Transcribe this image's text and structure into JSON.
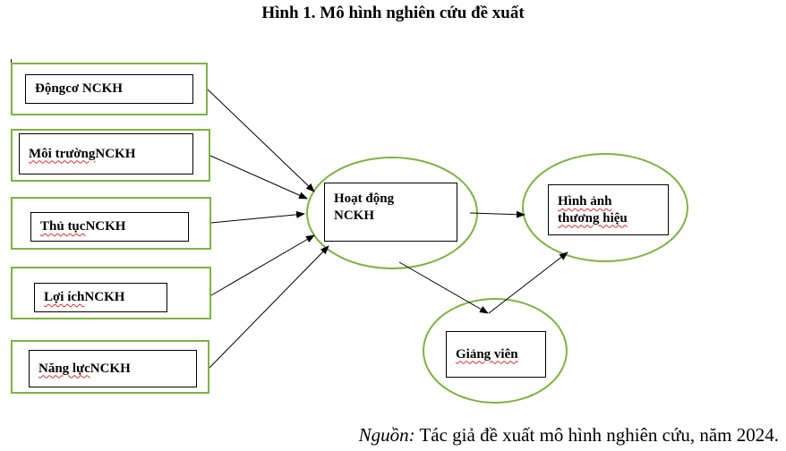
{
  "figure": {
    "title": "Hình 1. Mô hình nghiên cứu đề xuất"
  },
  "factors": [
    {
      "id": "dong-co",
      "label_a": "Động",
      "label_b": " cơ NCKH"
    },
    {
      "id": "moi-truong",
      "label_a": "Môi trường",
      "label_b": " NCKH"
    },
    {
      "id": "thu-tuc",
      "label_a": "Thủ tục",
      "label_b": " NCKH"
    },
    {
      "id": "loi-ich",
      "label_a": "Lợi ích",
      "label_b": " NCKH"
    },
    {
      "id": "nang-luc",
      "label_a": "Năng lực",
      "label_b": " NCKH"
    }
  ],
  "central": {
    "line1": "Hoạt động",
    "line2": "NCKH"
  },
  "outcome": {
    "line1": "Hình ảnh",
    "line2": "thương hiệu"
  },
  "mediator": {
    "label": "Giảng viên"
  },
  "source": {
    "prefix": "Nguồn:",
    "text": " Tác giả đề xuất mô hình nghiên cứu, năm 2024."
  },
  "colors": {
    "green_border": "#7cb342",
    "ellipse_border": "#7cb342",
    "arrow": "#000000"
  }
}
